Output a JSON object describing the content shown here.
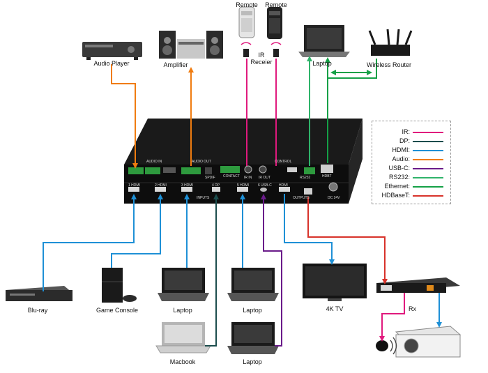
{
  "devices": {
    "remote1": "Remote",
    "remote2": "Remote",
    "ir_receiver": "IR\nReceier",
    "audio_player": "Audio Player",
    "amplifier": "Amplifier",
    "laptop_top": "Laptop",
    "wireless_router": "Wireless Router",
    "bluray": "Blu-ray",
    "game_console": "Game Console",
    "laptop_1": "Laptop",
    "laptop_2": "Laptop",
    "tv": "4K TV",
    "rx": "Rx",
    "macbook": "Macbook",
    "laptop_3": "Laptop"
  },
  "panel": {
    "audio_in": "AUDIO IN",
    "audio_out": "AUDIO OUT",
    "control": "CONTROL",
    "inputs": "INPUTS",
    "outputs": "OUTPUTS",
    "hdmi1": "1 HDMI",
    "hdmi2": "2 HDMI",
    "hdmi3": "3 HDMI",
    "dp": "4 DP",
    "hdmi4": "5 HDMI",
    "usbc": "6 USB-C",
    "hdmi_out": "HDMI",
    "spdif": "SPDIF",
    "ir_in": "IR IN",
    "ir_out": "IR OUT",
    "rs232": "RS232",
    "hdbt": "HDBT",
    "dc": "DC 24V",
    "contact": "CONTACT"
  },
  "legend": [
    {
      "label": "IR:",
      "color": "#e0197d"
    },
    {
      "label": "DP:",
      "color": "#1b4d4d"
    },
    {
      "label": "HDMI:",
      "color": "#1e90d6"
    },
    {
      "label": "Audio:",
      "color": "#f07c10"
    },
    {
      "label": "USB-C:",
      "color": "#6a1b8a"
    },
    {
      "label": "RS232:",
      "color": "#2fb36a"
    },
    {
      "label": "Ethernet:",
      "color": "#14a046"
    },
    {
      "label": "HDBaseT:",
      "color": "#d8322a"
    }
  ],
  "colors": {
    "ir": "#e0197d",
    "dp": "#1b4d4d",
    "hdmi": "#1e90d6",
    "audio": "#f07c10",
    "usbc": "#6a1b8a",
    "rs232": "#2fb36a",
    "ethernet": "#14a046",
    "hdbaset": "#d8322a"
  }
}
